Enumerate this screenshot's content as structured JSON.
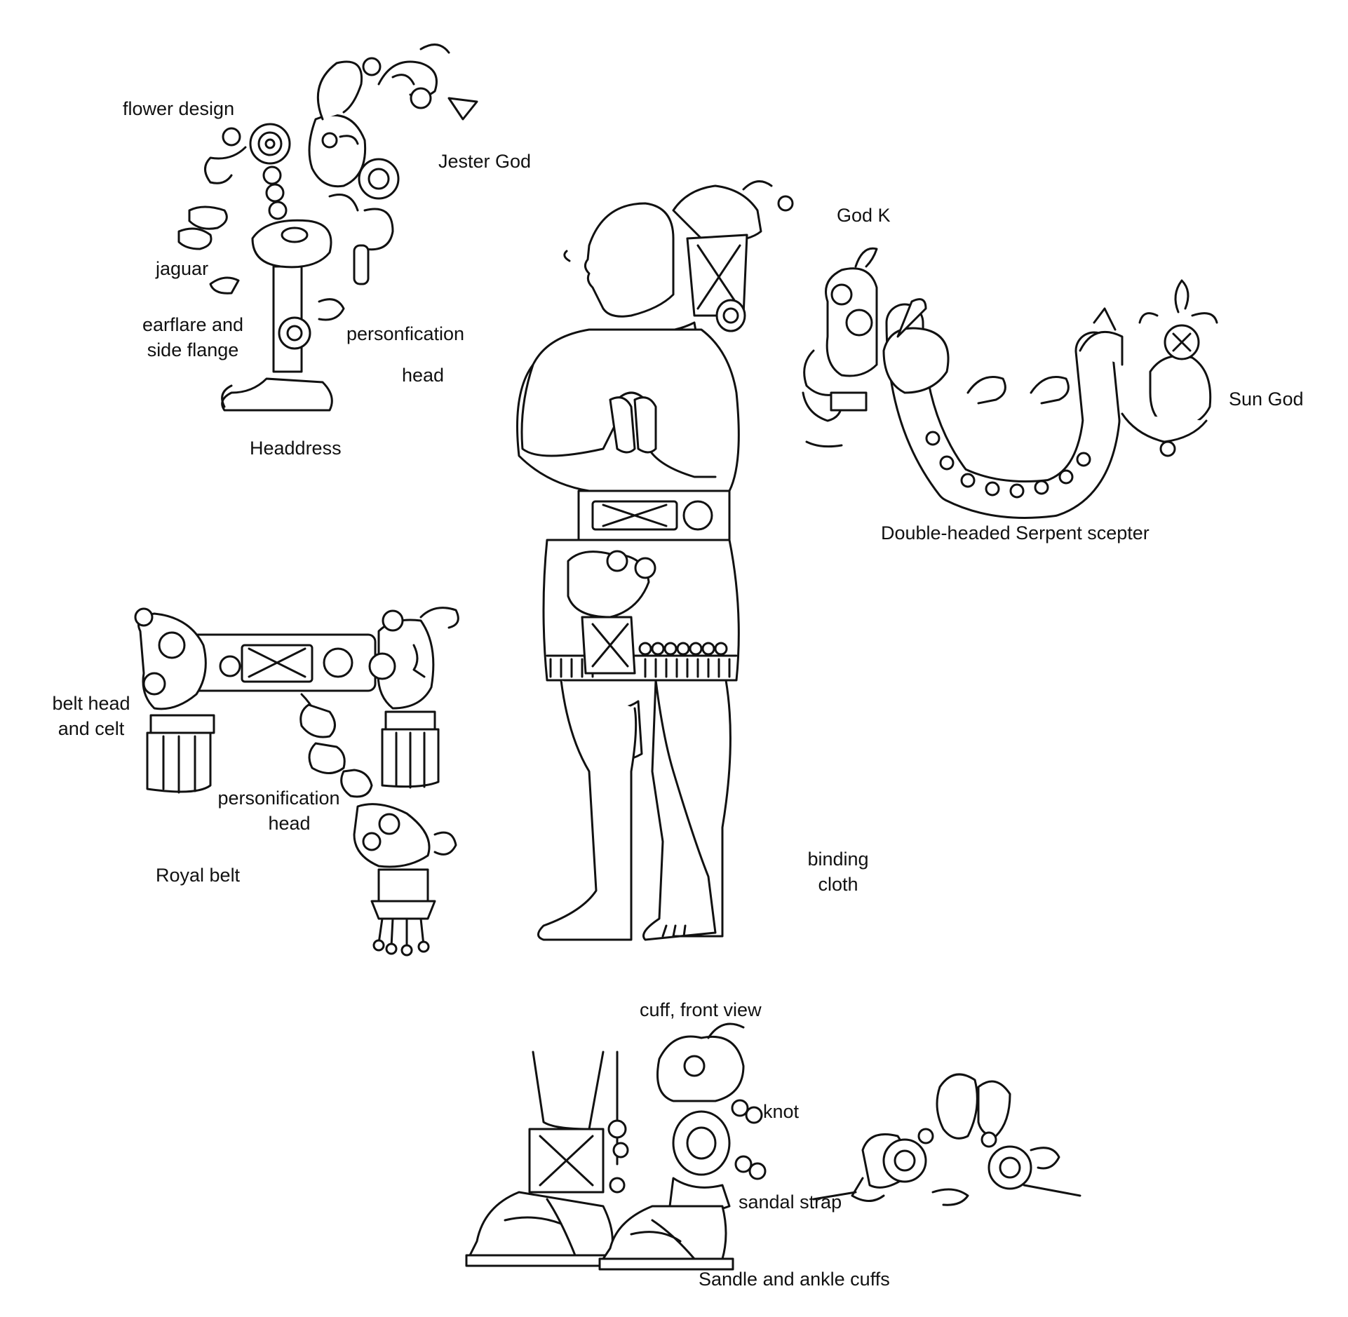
{
  "labels": {
    "headdress": {
      "flower_design": "flower design",
      "jester_god": "Jester God",
      "jaguar": "jaguar",
      "earflare_line1": "earflare and",
      "earflare_line2": "side flange",
      "personification_line1": "personfication",
      "personification_line2": "head",
      "caption": "Headdress"
    },
    "scepter": {
      "god_k": "God K",
      "sun_god": "Sun God",
      "caption": "Double-headed Serpent scepter"
    },
    "belt": {
      "belt_head_line1": "belt head",
      "belt_head_line2": "and celt",
      "personification_line1": "personification",
      "personification_line2": "head",
      "caption": "Royal belt"
    },
    "figure": {
      "binding_line1": "binding",
      "binding_line2": "cloth"
    },
    "sandal": {
      "cuff_front": "cuff, front view",
      "knot": "knot",
      "sandal_strap": "sandal strap",
      "caption": "Sandle and ankle cuffs"
    }
  }
}
